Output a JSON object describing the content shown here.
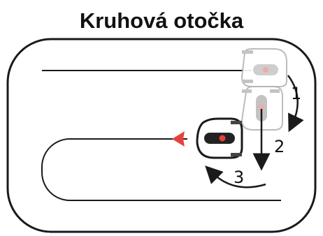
{
  "title": "Kruhová otočka",
  "steps": [
    {
      "label": "1"
    },
    {
      "label": "2"
    },
    {
      "label": "3"
    }
  ],
  "colors": {
    "line": "#1a1a1a",
    "ghost": "#c8c8c8",
    "accent": "#e8403a",
    "robot_body": "#222222"
  }
}
